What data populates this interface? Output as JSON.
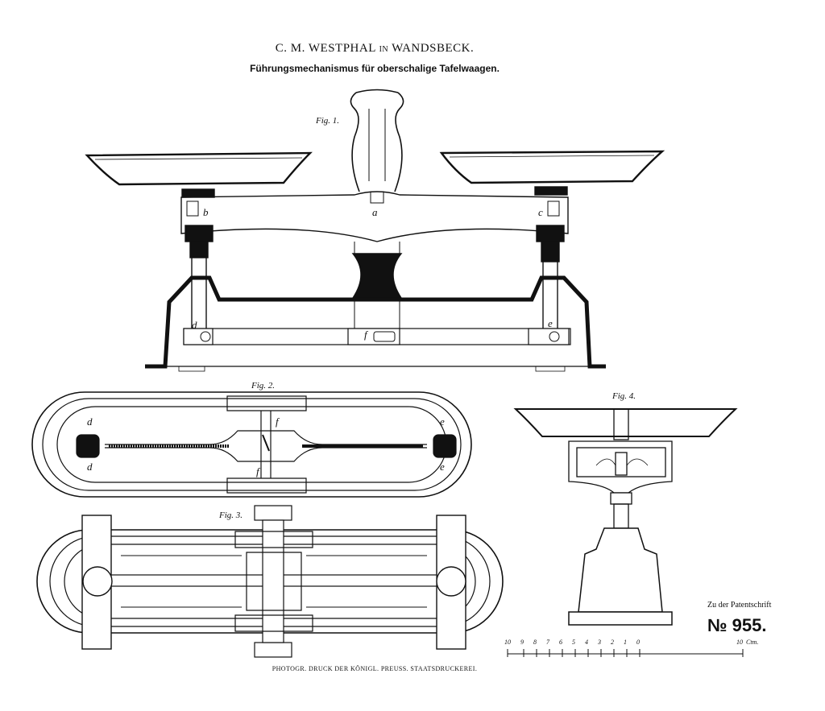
{
  "header": {
    "author_name": "C. M. WESTPHAL",
    "author_in": "IN",
    "author_place": "WANDSBECK.",
    "title": "Führungsmechanismus für oberschalige Tafelwaagen."
  },
  "figures": {
    "fig1": {
      "label": "Fig. 1.",
      "letters": [
        "a",
        "b",
        "c",
        "d",
        "f",
        "e"
      ]
    },
    "fig2": {
      "label": "Fig. 2.",
      "letters": [
        "d",
        "d",
        "f",
        "f",
        "e",
        "e"
      ]
    },
    "fig3": {
      "label": "Fig. 3."
    },
    "fig4": {
      "label": "Fig. 4."
    }
  },
  "scale": {
    "ticks": [
      "10",
      "9",
      "8",
      "7",
      "6",
      "5",
      "4",
      "3",
      "2",
      "1",
      "0",
      "10"
    ],
    "unit": "Ctm."
  },
  "patent": {
    "reference": "Zu der Patentschrift",
    "number": "№ 955."
  },
  "footer": {
    "printer_note": "PHOTOGR. DRUCK DER KÖNIGL. PREUSS. STAATSDRUCKEREI."
  }
}
